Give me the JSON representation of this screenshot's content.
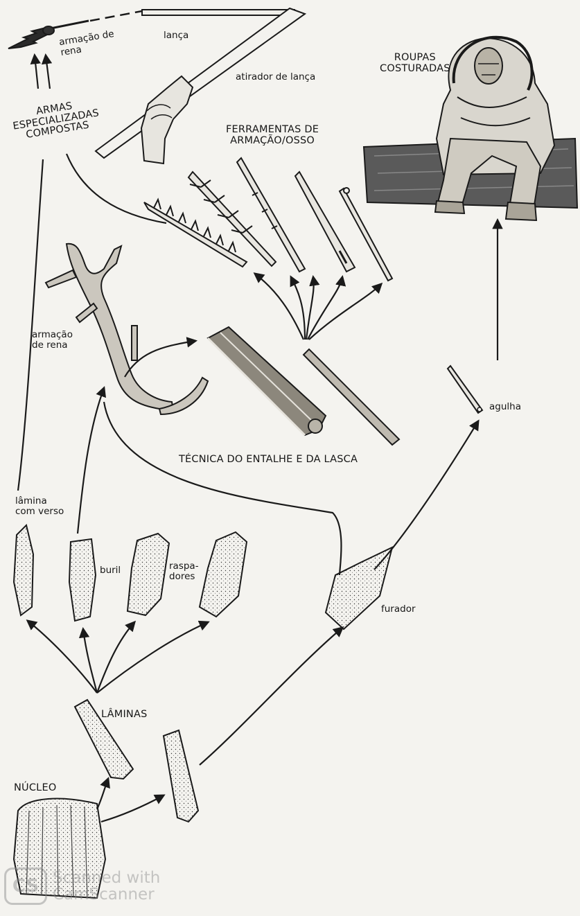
{
  "labels": {
    "armacao_topo": "armação de\nrena",
    "lanca": "lança",
    "atirador": "atirador de lança",
    "armas": "ARMAS\nESPECIALIZADAS\nCOMPOSTAS",
    "ferramentas": "FERRAMENTAS DE\nARMAÇÃO/OSSO",
    "roupas": "ROUPAS\nCOSTURADAS",
    "armacao_meio": "armação\nde rena",
    "tecnica": "TÉCNICA DO ENTALHE E DA LASCA",
    "agulha": "agulha",
    "lamina_verso": "lâmina\ncom verso",
    "buril": "buril",
    "raspadores": "raspa-\ndores",
    "furador": "furador",
    "laminas": "LÂMINAS",
    "nucleo": "NÚCLEO"
  },
  "watermark": {
    "badge": "CS",
    "text": "Scanned with\nCamScanner"
  }
}
